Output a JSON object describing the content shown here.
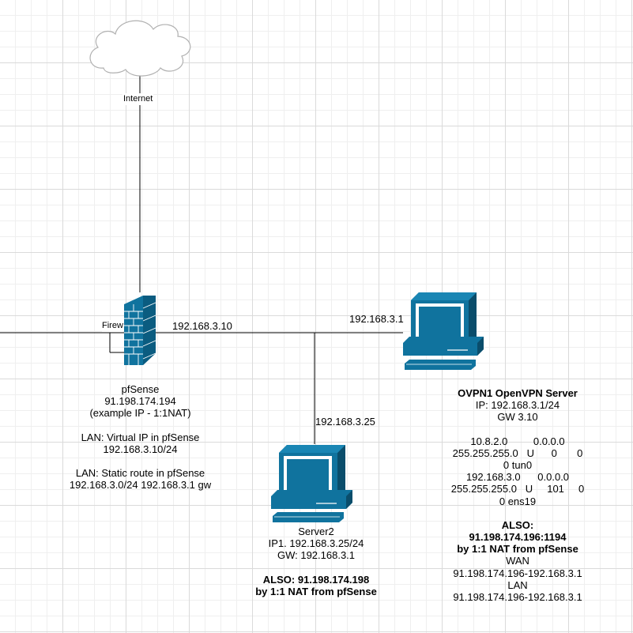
{
  "colors": {
    "device": "#10739e",
    "device_dark": "#0a4d6b",
    "screen": "#ffffff",
    "line": "#000000",
    "cloud_stroke": "#b0b0b0"
  },
  "icons": [
    "cloud-icon",
    "firewall-icon",
    "pc-icon",
    "pc-icon"
  ],
  "labels": {
    "internet": "Internet",
    "firewall_clipped": "Firew",
    "fw_lan_ip": "192.168.3.10",
    "ovpn_lan_ip": "192.168.3.1",
    "server2_lan_ip": "192.168.3.25"
  },
  "pfsense": {
    "title": "pfSense",
    "wan_ip": "91.198.174.194",
    "note": "(example IP - 1:1NAT)",
    "lan_vip_title": "LAN: Virtual IP in pfSense",
    "lan_vip": "192.168.3.10/24",
    "lan_route_title": "LAN: Static route in pfSense",
    "lan_route": "192.168.3.0/24 192.168.3.1 gw"
  },
  "server2": {
    "name": "Server2",
    "ip": "IP1. 192.168.3.25/24",
    "gw": "GW: 192.168.3.1",
    "also": "ALSO: 91.198.174.198",
    "nat": "by 1:1 NAT from pfSense"
  },
  "ovpn": {
    "title": "OVPN1 OpenVPN Server",
    "ip": "IP: 192.168.3.1/24",
    "gw": "GW 3.10",
    "routes": [
      "10.8.2.0         0.0.0.0",
      "255.255.255.0   U      0       0",
      "0 tun0",
      "192.168.3.0      0.0.0.0",
      "255.255.255.0   U     101     0",
      "0 ens19"
    ],
    "also": "ALSO:",
    "also_ip": "91.198.174.196:1194",
    "nat": "by 1:1 NAT from pfSense",
    "wan_title": "WAN",
    "wan_map": "91.198.174.196-192.168.3.1",
    "lan_title": "LAN",
    "lan_map": "91.198.174.196-192.168.3.1"
  }
}
